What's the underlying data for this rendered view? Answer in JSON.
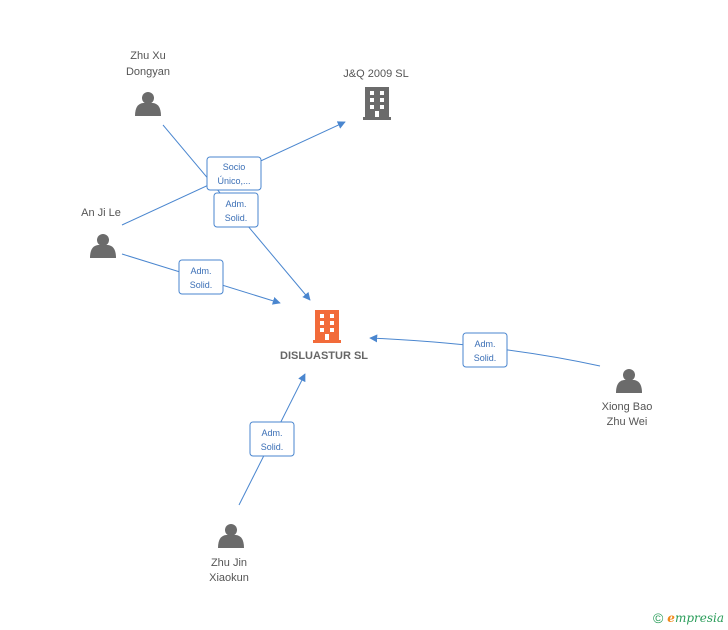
{
  "colors": {
    "edge": "#4a86cf",
    "person": "#6b6b6b",
    "company": "#6b6b6b",
    "company_main": "#f26b3a"
  },
  "nodes": {
    "zhu_xu": {
      "line1": "Zhu Xu",
      "line2": "Dongyan",
      "icon": "person-icon"
    },
    "jq": {
      "line1": "J&Q 2009 SL",
      "icon": "building-icon"
    },
    "an_ji_le": {
      "line1": "An Ji Le",
      "icon": "person-icon"
    },
    "disluastur": {
      "line1": "DISLUASTUR SL",
      "icon": "building-icon"
    },
    "xiong_bao": {
      "line1": "Xiong Bao",
      "line2": "Zhu Wei",
      "icon": "person-icon"
    },
    "zhu_jin": {
      "line1": "Zhu Jin",
      "line2": "Xiaokun",
      "icon": "person-icon"
    }
  },
  "edges": {
    "socio": {
      "line1": "Socio",
      "line2": "Único,..."
    },
    "adm_zhu_xu": {
      "line1": "Adm.",
      "line2": "Solid."
    },
    "adm_an_ji_le": {
      "line1": "Adm.",
      "line2": "Solid."
    },
    "adm_xiong_bao": {
      "line1": "Adm.",
      "line2": "Solid."
    },
    "adm_zhu_jin": {
      "line1": "Adm.",
      "line2": "Solid."
    }
  },
  "footer": {
    "copyright": "©",
    "brand_initial": "e",
    "brand_rest": "mpresia"
  }
}
